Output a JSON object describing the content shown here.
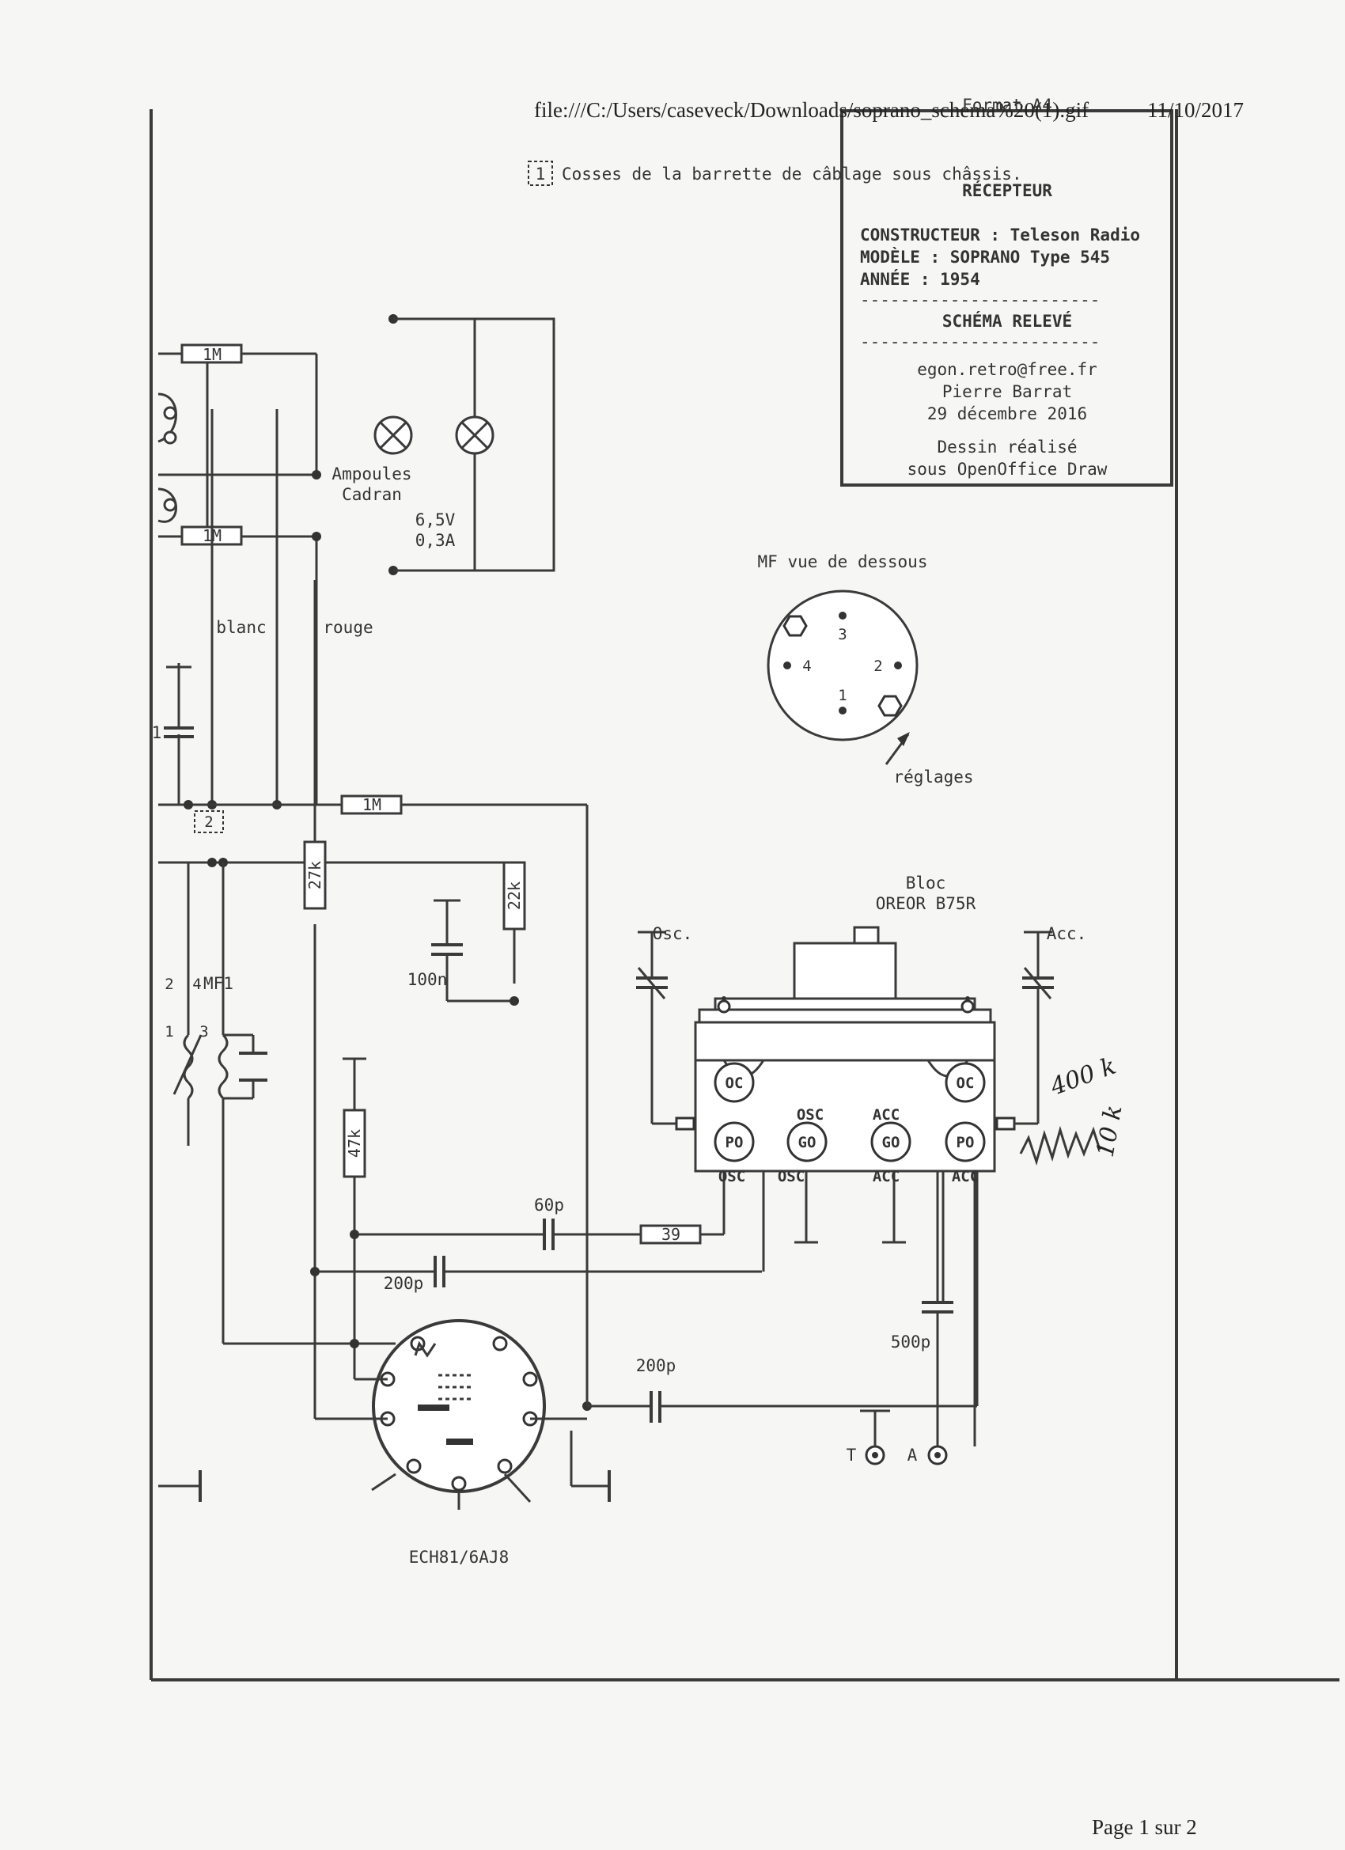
{
  "header": {
    "file_path": "file:///C:/Users/casevеck/Downloads/soprano_schema%20(1).gif",
    "date": "11/10/2017"
  },
  "footer": {
    "page_label": "Page 1 sur 2"
  },
  "title_block": {
    "heading": "RÉCEPTEUR",
    "constructor": "CONSTRUCTEUR : Teleson Radio",
    "model": "MODÈLE : SOPRANO Type 545",
    "year": "ANNÉE : 1954",
    "separator": "------------------------",
    "kind": "SCHÉMA RELEVÉ",
    "email": "egon.retro@free.fr",
    "author": "Pierre Barrat",
    "date": "29 décembre 2016",
    "credit_1": "Dessin réalisé",
    "credit_2": "sous OpenOffice Draw",
    "credit_3": "Format A4"
  },
  "notes": {
    "chassis_ref": "1",
    "chassis_note": "Cosses de la barrette de câblage sous châssis.",
    "ref_2": "2"
  },
  "lamps": {
    "label_1": "Ampoules",
    "label_2": "Cadran",
    "rating_1": "6,5V",
    "rating_2": "0,3A"
  },
  "wires": {
    "rouge": "rouge",
    "blanc": "blanc"
  },
  "mf_view": {
    "caption": "MF vue de dessous",
    "adjust": "réglages",
    "pins": [
      "1",
      "2",
      "3",
      "4"
    ]
  },
  "block": {
    "label_1": "Bloc",
    "label_2": "OREOR B75R",
    "osc_trimmer": "Osc.",
    "acc_trimmer": "Acc.",
    "coils_top": [
      "OC",
      "OC"
    ],
    "coils_bottom": [
      "PO",
      "GO",
      "GO",
      "PO"
    ],
    "labels_mid": [
      "OSC",
      "ACC"
    ],
    "labels_bottom": [
      "OSC",
      "OSC",
      "ACC",
      "ACC"
    ]
  },
  "handwritten": {
    "line_1": "10 k",
    "line_2": "400 k"
  },
  "components": {
    "r_1m_a": "1M",
    "r_1m_b": "1M",
    "r_1m_c": "1M",
    "r_27k": "27k",
    "r_22k": "22k",
    "r_47k": "47k",
    "r_39": "39",
    "c_100n": "100n",
    "c_60p": "60p",
    "c_200p_a": "200p",
    "c_200p_b": "200p",
    "c_500p": "500p",
    "c_1": "1"
  },
  "mf1": {
    "label": "MF1",
    "pins": [
      "1",
      "3",
      "2",
      "4"
    ]
  },
  "tube": {
    "label": "ECH81/6AJ8"
  },
  "terminals": {
    "antenna": "A",
    "earth": "T"
  }
}
